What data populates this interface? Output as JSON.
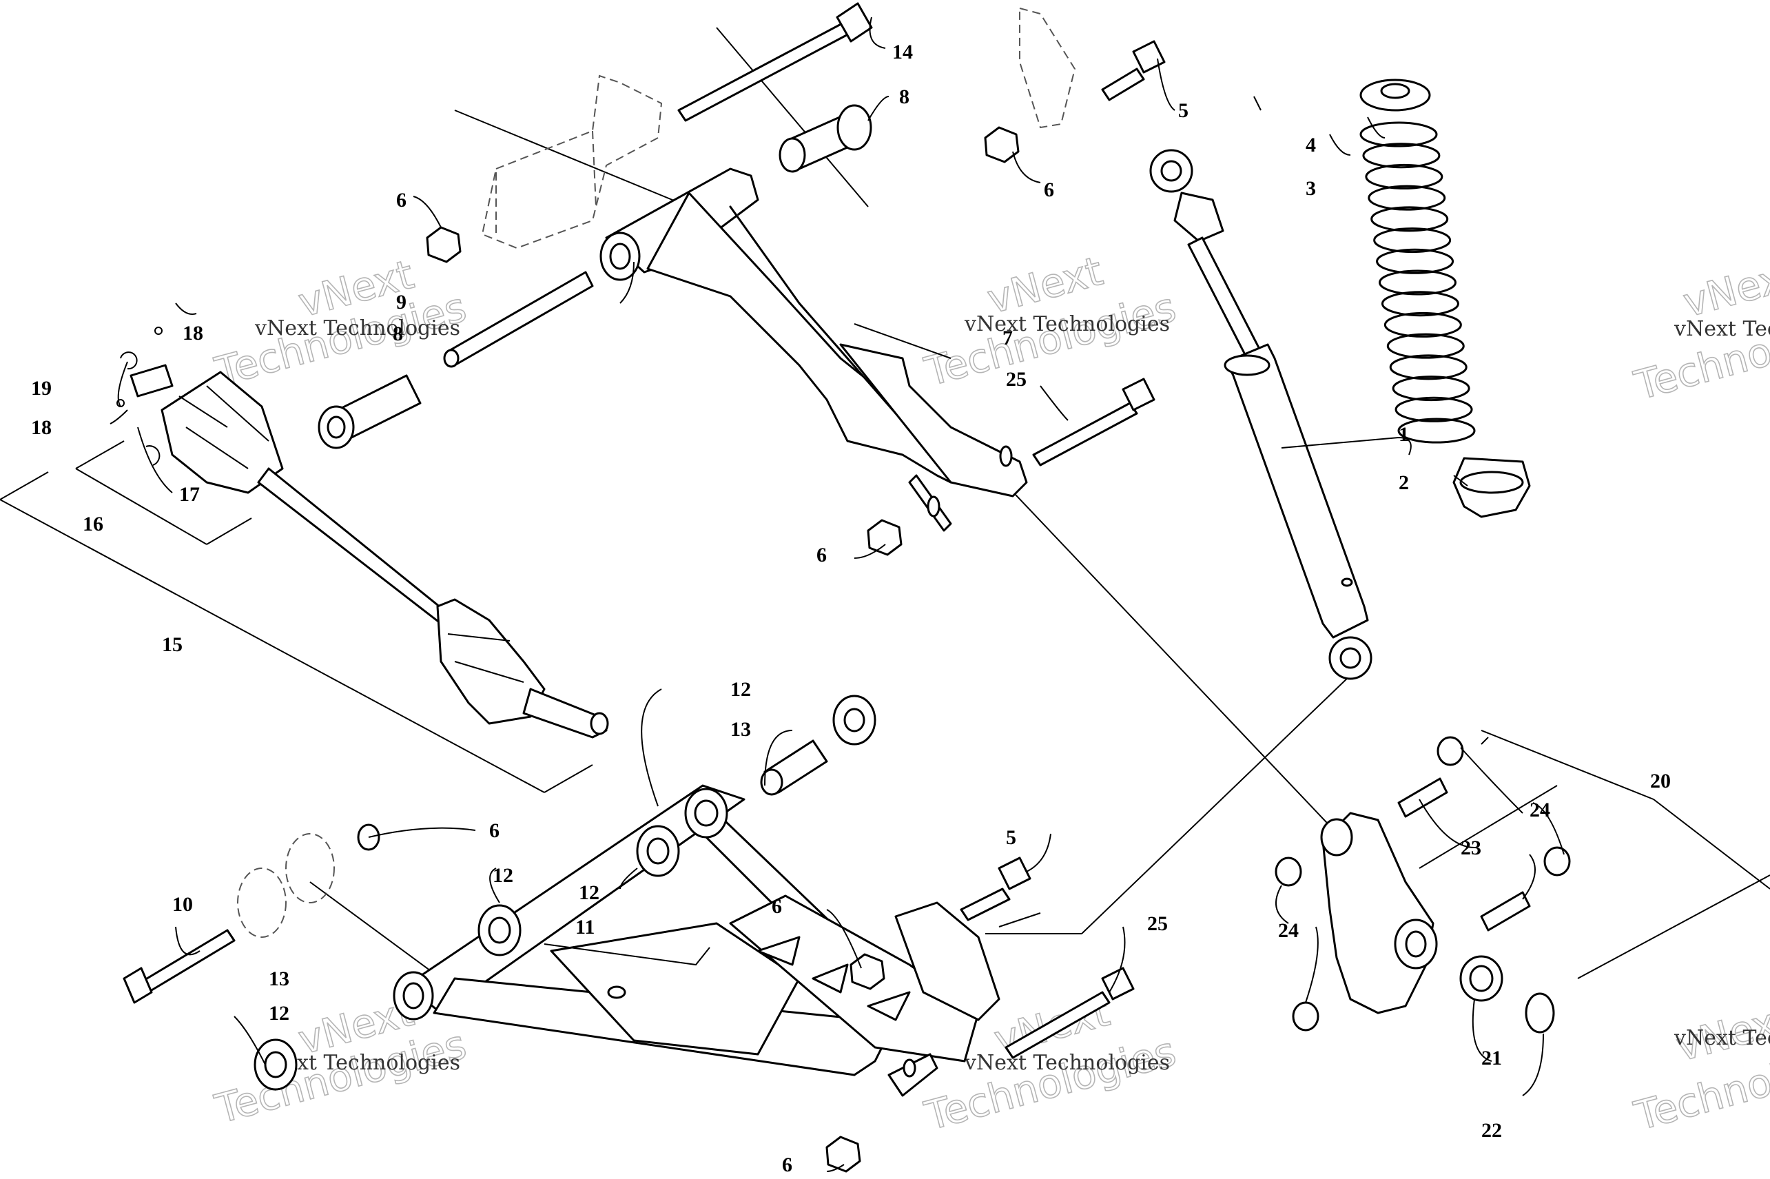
{
  "diagram": {
    "callouts": {
      "c1": "1",
      "c2": "2",
      "c3": "3",
      "c4": "4",
      "c5a": "5",
      "c5b": "5",
      "c6a": "6",
      "c6b": "6",
      "c6c": "6",
      "c6d": "6",
      "c6e": "6",
      "c6f": "6",
      "c7": "7",
      "c8a": "8",
      "c8b": "8",
      "c9": "9",
      "c10": "10",
      "c11": "11",
      "c12a": "12",
      "c12b": "12",
      "c12c": "12",
      "c12d": "12",
      "c13a": "13",
      "c13b": "13",
      "c14": "14",
      "c15": "15",
      "c16": "16",
      "c17": "17",
      "c18a": "18",
      "c18b": "18",
      "c19": "19",
      "c20": "20",
      "c21": "21",
      "c22": "22",
      "c23": "23",
      "c24a": "24",
      "c24b": "24",
      "c25a": "25",
      "c25b": "25"
    },
    "watermark": {
      "line1": "vNext",
      "line2": "Technologies",
      "small": "vNext Technologies"
    }
  }
}
